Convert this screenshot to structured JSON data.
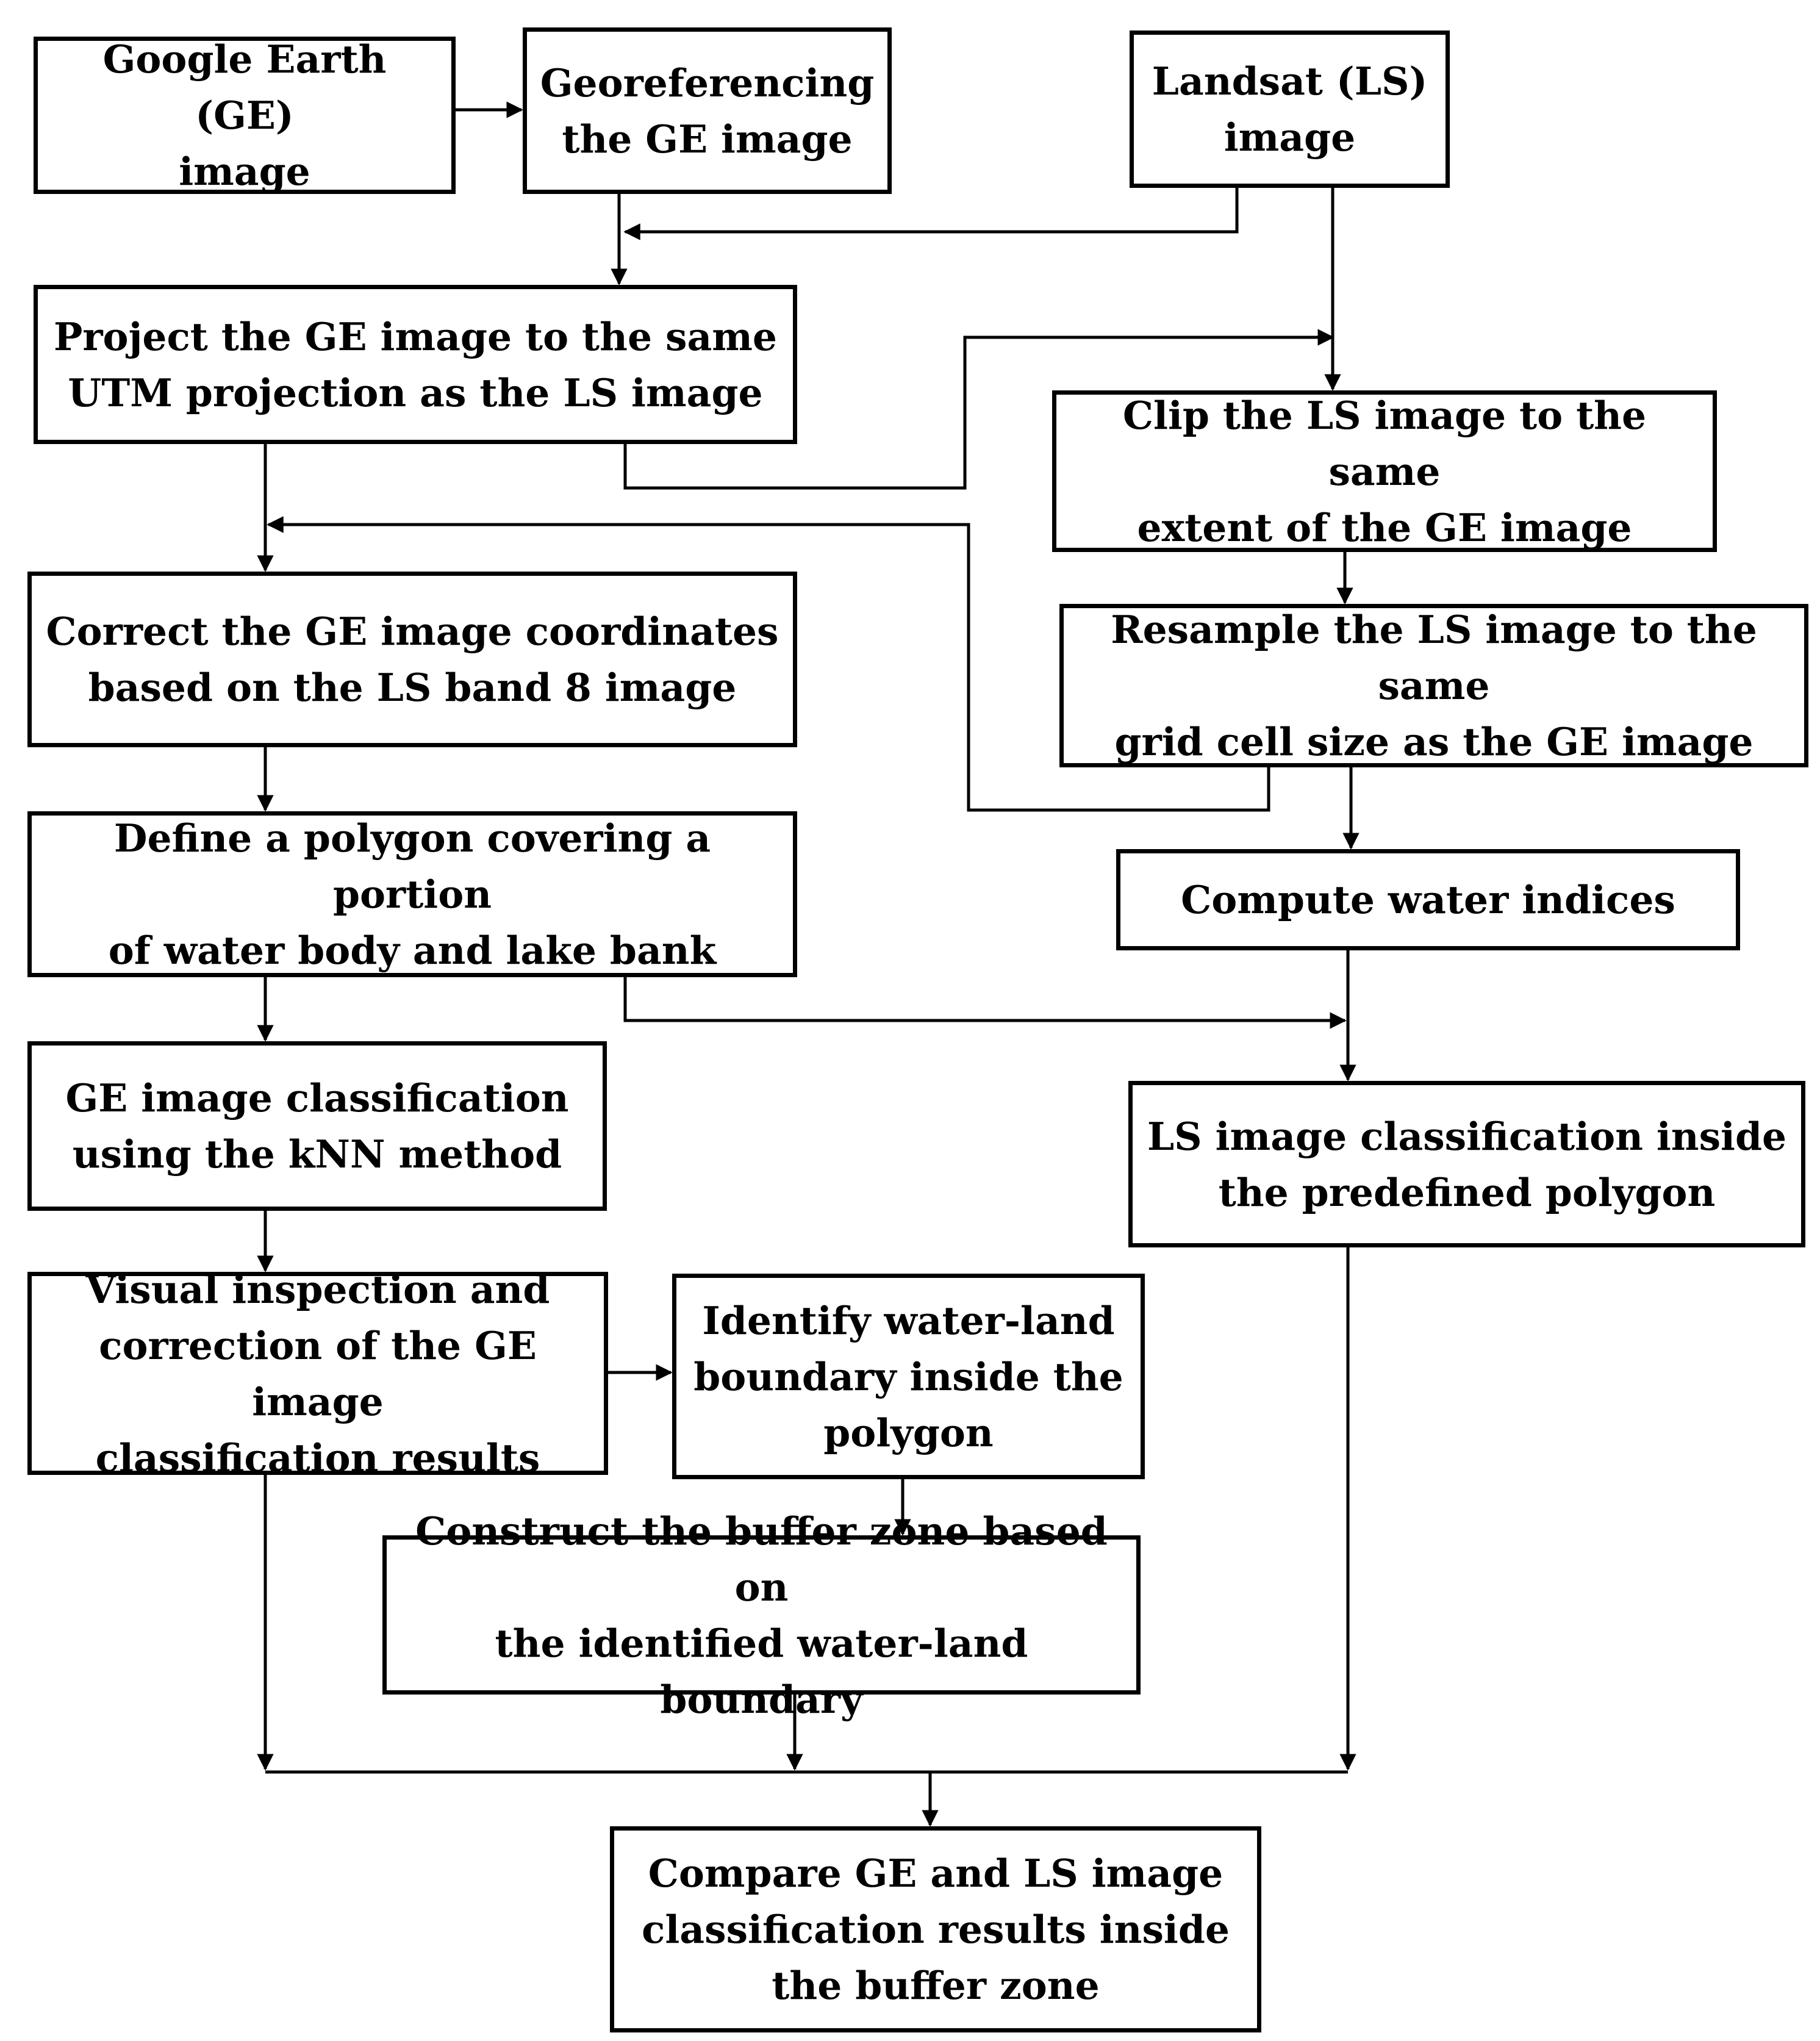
{
  "diagram": {
    "boxes": {
      "google_earth_image": "Google Earth (GE)\nimage",
      "georeferencing": "Georeferencing\nthe GE image",
      "landsat_image": "Landsat (LS)\nimage",
      "project_ge": "Project the GE image to the same\nUTM projection as the LS image",
      "clip_ls": "Clip the LS image to the same\nextent of the GE image",
      "correct_ge": "Correct the GE image coordinates\nbased on the LS band 8 image",
      "resample_ls": "Resample the LS image to the same\ngrid cell size as the GE image",
      "define_polygon": "Define a polygon covering a portion\nof water body and lake bank",
      "compute_indices": "Compute water indices",
      "ge_classification": "GE image classification\nusing the kNN method",
      "ls_classification": "LS image classification inside\nthe predefined polygon",
      "visual_inspection": "Visual inspection and\ncorrection of the GE image\nclassification results",
      "identify_boundary": "Identify water-land\nboundary inside the\npolygon",
      "construct_buffer": "Construct the buffer zone based on\nthe identified water-land boundary",
      "compare_results": "Compare GE and LS image\nclassification results inside\nthe buffer zone"
    }
  }
}
